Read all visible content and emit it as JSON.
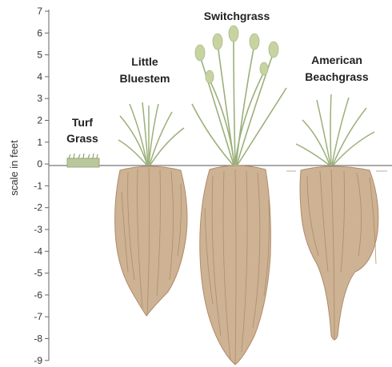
{
  "axis": {
    "title": "scale in feet",
    "ticks": [
      "7",
      "6",
      "5",
      "4",
      "3",
      "2",
      "1",
      "0",
      "-1",
      "-2",
      "-3",
      "-4",
      "-5",
      "-6",
      "-7",
      "-8",
      "-9"
    ],
    "range_ft": [
      -9,
      7
    ]
  },
  "plants": [
    {
      "label_lines": [
        "Turf",
        "Grass"
      ],
      "shoot_height_ft": 0.5,
      "root_depth_ft": 0.2
    },
    {
      "label_lines": [
        "Little",
        "Bluestem"
      ],
      "shoot_height_ft": 2.5,
      "root_depth_ft": 7.0
    },
    {
      "label_lines": [
        "Switchgrass"
      ],
      "shoot_height_ft": 6.5,
      "root_depth_ft": 9.0
    },
    {
      "label_lines": [
        "American",
        "Beachgrass"
      ],
      "shoot_height_ft": 4.0,
      "root_depth_ft": 8.5
    }
  ],
  "colors": {
    "shoot": "#9bb07a",
    "shoot_light": "#c8d3a2",
    "root": "#b08b6a",
    "root_light": "#cdb293",
    "ground_line": "#777777",
    "text": "#222222"
  }
}
